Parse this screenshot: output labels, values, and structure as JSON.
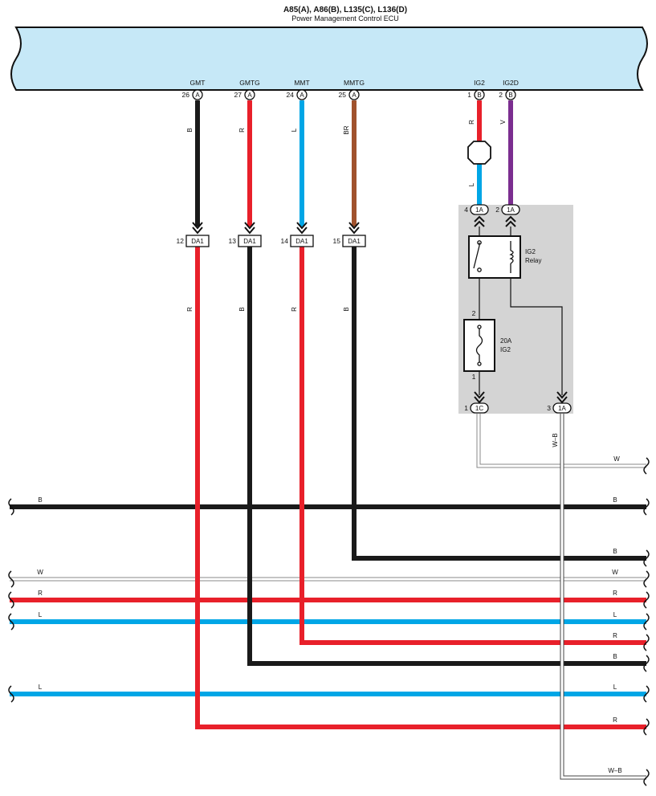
{
  "ecu": {
    "title": "A85(A), A86(B), L135(C), L136(D)",
    "subtitle": "Power Management Control ECU",
    "pins": [
      {
        "name": "GMT",
        "num": "26",
        "conn": "A",
        "color_code": "B"
      },
      {
        "name": "GMTG",
        "num": "27",
        "conn": "A",
        "color_code": "R"
      },
      {
        "name": "MMT",
        "num": "24",
        "conn": "A",
        "color_code": "L"
      },
      {
        "name": "MMTG",
        "num": "25",
        "conn": "A",
        "color_code": "BR"
      },
      {
        "name": "IG2",
        "num": "1",
        "conn": "B",
        "color_code": "R"
      },
      {
        "name": "IG2D",
        "num": "2",
        "conn": "B",
        "color_code": "V"
      }
    ]
  },
  "junction_da1": [
    {
      "num": "12",
      "label": "DA1",
      "out_color": "R"
    },
    {
      "num": "13",
      "label": "DA1",
      "out_color": "B"
    },
    {
      "num": "14",
      "label": "DA1",
      "out_color": "R"
    },
    {
      "num": "15",
      "label": "DA1",
      "out_color": "B"
    }
  ],
  "ig2_wire_lower_color": "L",
  "relay_block": {
    "conn_in": [
      {
        "num": "4",
        "label": "1A"
      },
      {
        "num": "2",
        "label": "1A"
      }
    ],
    "relay_label_1": "IG2",
    "relay_label_2": "Relay",
    "fuse_pin_top": "2",
    "fuse_pin_bottom": "1",
    "fuse_label_1": "20A",
    "fuse_label_2": "IG2",
    "conn_out": [
      {
        "num": "1",
        "label": "1C"
      },
      {
        "num": "3",
        "label": "1A"
      }
    ],
    "out_wire_label": "W–B"
  },
  "bus_lines": [
    {
      "left": "",
      "right": "W"
    },
    {
      "left": "B",
      "right": "B"
    },
    {
      "left": "",
      "right": "B"
    },
    {
      "left": "W",
      "right": "W"
    },
    {
      "left": "R",
      "right": "R"
    },
    {
      "left": "L",
      "right": "L"
    },
    {
      "left": "",
      "right": "R"
    },
    {
      "left": "",
      "right": "B"
    },
    {
      "left": "L",
      "right": "L"
    },
    {
      "left": "",
      "right": "R"
    },
    {
      "left": "",
      "right": "W–B"
    }
  ],
  "colors": {
    "B": "#1a1a1a",
    "R": "#e8202a",
    "L": "#00a6e6",
    "BR": "#a0522d",
    "V": "#7b2e90",
    "W": "#ffffff",
    "ecu_fill": "#c6e8f7",
    "block_fill": "#d4d4d4"
  }
}
